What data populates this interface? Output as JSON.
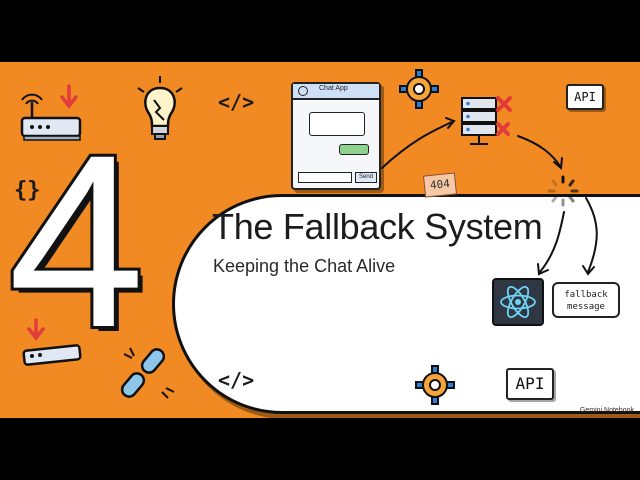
{
  "slide": {
    "number": "4",
    "title": "The Fallback System",
    "subtitle": "Keeping the Chat Alive"
  },
  "chat_app": {
    "title": "Chat App",
    "send_label": "Send"
  },
  "badges": {
    "api_top": "API",
    "api_bottom": "API",
    "error_code": "404",
    "fallback_line1": "fallback",
    "fallback_line2": "message"
  },
  "code_tags": {
    "top": "</>",
    "bottom": "</>",
    "braces": "{}"
  },
  "watermark": "Gemini Notebook",
  "colors": {
    "background": "#f28a24",
    "card": "#ffffff",
    "letterbox": "#000000",
    "error_red": "#e23b3b",
    "accent_blue": "#2d7fd3"
  },
  "icons": [
    "router-icon",
    "lightbulb-icon",
    "gear-icon",
    "server-icon",
    "spinner-icon",
    "react-icon",
    "broken-link-icon",
    "arrow-down-icon"
  ]
}
